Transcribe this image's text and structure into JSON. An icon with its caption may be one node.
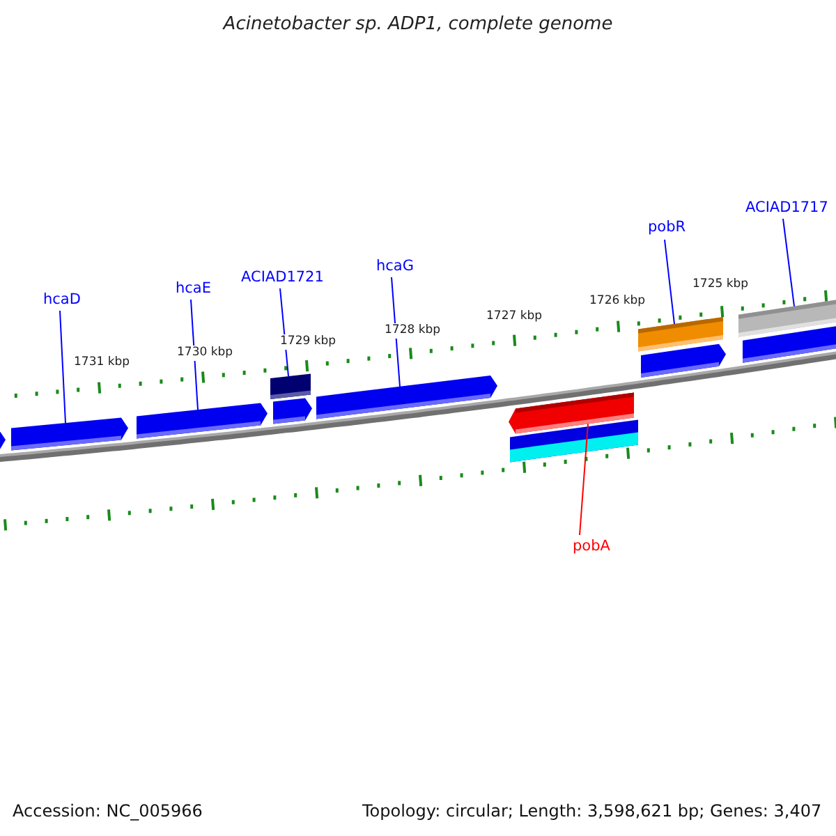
{
  "diagram": {
    "title": "Acinetobacter sp. ADP1, complete genome",
    "nodes": [
      {
        "text": [
          "hcaD"
        ]
      },
      {
        "text": [],
        "shape": "bar"
      },
      {
        "text": [
          "hcaE"
        ]
      },
      {
        "text": [],
        "shape": "bar"
      },
      {
        "text": [
          "ACIAD1721"
        ]
      },
      {
        "text": [],
        "shape": "bar"
      },
      {
        "text": [
          "hcaG"
        ]
      },
      {
        "text": [],
        "shape": "bar"
      },
      {
        "text": [
          "pobR"
        ]
      },
      {
        "text": [],
        "shape": "bar"
      },
      {
        "text": [
          "ACIAD1717"
        ]
      },
      {
        "text": [],
        "shape": "bar"
      },
      {
        "text": [
          "pobA"
        ]
      },
      {
        "text": [],
        "shape": "bar"
      },
      {
        "text": [],
        "shape": "bar"
      },
      {
        "text": [],
        "shape": "bar"
      },
      {
        "text": [],
        "shape": "bar"
      },
      {
        "text": [],
        "shape": "bar"
      },
      {
        "text": [],
        "shape": "bar"
      }
    ],
    "edges": [
      {
        "from": 0,
        "to": 1,
        "arrow": "none"
      },
      {
        "from": 2,
        "to": 3,
        "arrow": "none"
      },
      {
        "from": 4,
        "to": 5,
        "arrow": "none"
      },
      {
        "from": 6,
        "to": 7,
        "arrow": "none"
      },
      {
        "from": 8,
        "to": 9,
        "arrow": "none"
      },
      {
        "from": 10,
        "to": 11,
        "arrow": "none"
      },
      {
        "from": 12,
        "to": 13,
        "arrow": "none",
        "color": "#ff0000"
      }
    ],
    "labels": [
      "1731 kbp",
      "1730 kbp",
      "1729 kbp",
      "1728 kbp",
      "1727 kbp",
      "1726 kbp",
      "1725 kbp",
      "Accession: NC_005966",
      "Topology: circular; Length: 3,598,621 bp; Genes: 3,407"
    ]
  }
}
